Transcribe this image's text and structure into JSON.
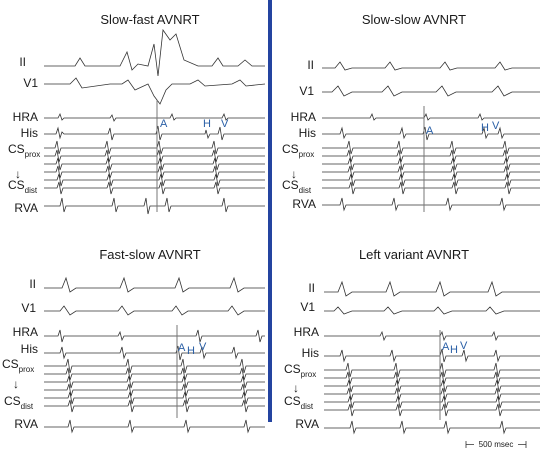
{
  "panels": [
    {
      "title": "Slow-fast AVNRT",
      "channels": {
        "ii": "II",
        "v1": "V1",
        "hra": "HRA",
        "his": "His",
        "cs_prox_main": "CS",
        "cs_prox_sub": "prox",
        "cs_dist_main": "CS",
        "cs_dist_sub": "dist",
        "rva": "RVA"
      },
      "annotations": [
        "A",
        "H",
        "V"
      ]
    },
    {
      "title": "Slow-slow AVNRT",
      "channels": {
        "ii": "II",
        "v1": "V1",
        "hra": "HRA",
        "his": "His",
        "cs_prox_main": "CS",
        "cs_prox_sub": "prox",
        "cs_dist_main": "CS",
        "cs_dist_sub": "dist",
        "rva": "RVA"
      },
      "annotations": [
        "A",
        "H",
        "V"
      ]
    },
    {
      "title": "Fast-slow AVNRT",
      "channels": {
        "ii": "II",
        "v1": "V1",
        "hra": "HRA",
        "his": "His",
        "cs_prox_main": "CS",
        "cs_prox_sub": "prox",
        "cs_dist_main": "CS",
        "cs_dist_sub": "dist",
        "rva": "RVA"
      },
      "annotations": [
        "A",
        "H",
        "V"
      ]
    },
    {
      "title": "Left variant AVNRT",
      "channels": {
        "ii": "II",
        "v1": "V1",
        "hra": "HRA",
        "his": "His",
        "cs_prox_main": "CS",
        "cs_prox_sub": "prox",
        "cs_dist_main": "CS",
        "cs_dist_sub": "dist",
        "rva": "RVA"
      },
      "annotations": [
        "A",
        "H",
        "V"
      ]
    }
  ],
  "scale_bar": {
    "label": "500 msec"
  },
  "colors": {
    "annotation": "#2a5fa6",
    "divider": "#2444a0",
    "trace": "#333333"
  }
}
